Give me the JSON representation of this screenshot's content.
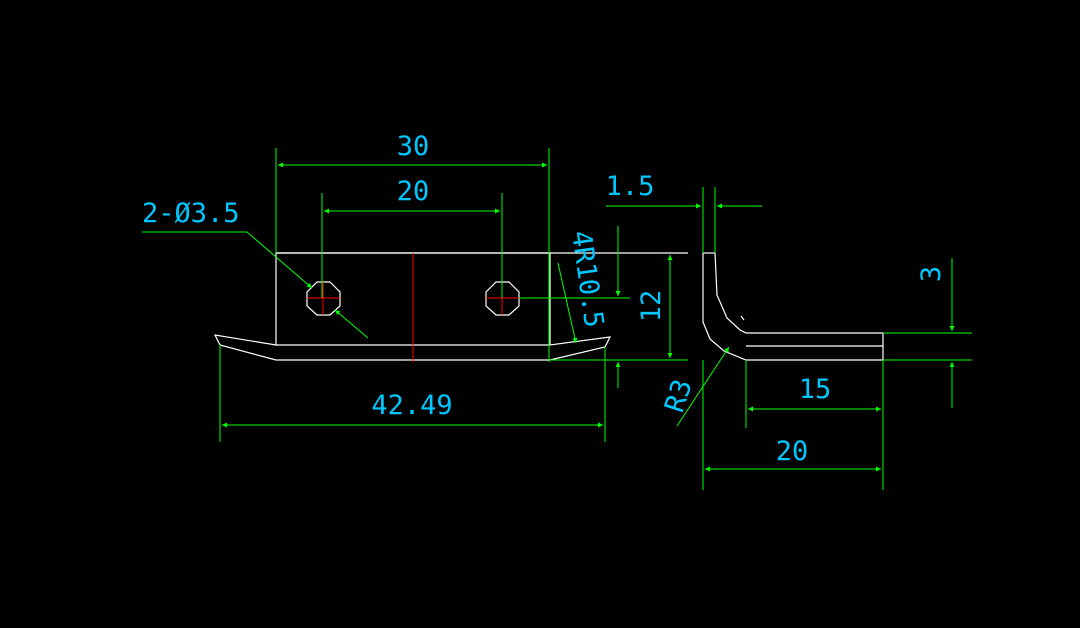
{
  "colors": {
    "background": "#000000",
    "geometry": "#ffffff",
    "dimension": "#00ff00",
    "dimension_text": "#00c8ff",
    "centerline": "#ff0000"
  },
  "dimensions": {
    "width_30": "30",
    "hole_spacing_20": "20",
    "hole_callout": "2-Ø3.5",
    "bend_radius_4r": "4R10.5",
    "height_12": "12",
    "overall_length": "42.49",
    "thickness": "1.5",
    "bend_radius_r3": "R3",
    "flange_height": "3",
    "flange_15": "15",
    "flange_20": "20"
  }
}
